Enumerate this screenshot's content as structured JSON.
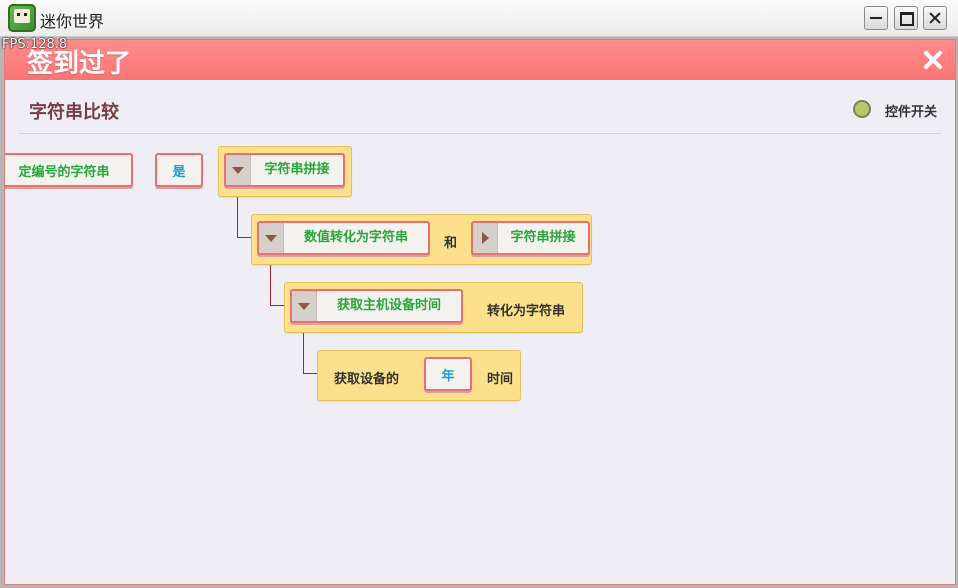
{
  "window": {
    "title": "迷你世界",
    "app_icon": "app-icon",
    "buttons": [
      "minimize-icon",
      "maximize-icon",
      "close-icon"
    ]
  },
  "overlay": {
    "fps": "FPS:128.8"
  },
  "banner": {
    "text": "签到过了",
    "close_icon": "close-icon"
  },
  "header": {
    "title": "字符串比较",
    "toggle_label": "控件开关"
  },
  "blocks": {
    "row1": {
      "left_slot": "定编号的字符串",
      "middle_slot": "是",
      "right_slot": "字符串拼接"
    },
    "row2": {
      "slot1": "数值转化为字符串",
      "connector": "和",
      "slot2": "字符串拼接"
    },
    "row3": {
      "slot1": "获取主机设备时间",
      "suffix": "转化为字符串"
    },
    "row4": {
      "prefix": "获取设备的",
      "slot": "年",
      "suffix": "时间"
    }
  },
  "colors": {
    "banner": "#fb7474",
    "block": "#fde08c",
    "slot_border": "#ea7070",
    "green_text": "#2aa63b",
    "blue_text": "#1aa0d8",
    "title": "#7a3d47"
  }
}
